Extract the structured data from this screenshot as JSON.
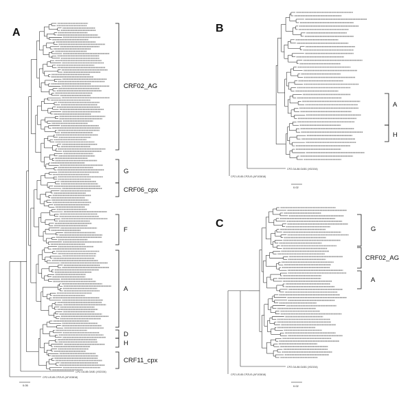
{
  "panels": [
    {
      "letter": "A",
      "clades": [
        {
          "label": "CRF02_AG"
        },
        {
          "label": "G"
        },
        {
          "label": "CRF06_cpx"
        },
        {
          "label": "F"
        },
        {
          "label": "A"
        },
        {
          "label": "D"
        },
        {
          "label": "H"
        },
        {
          "label": "CRF11_cpx"
        }
      ],
      "outgroup_labels": [
        "CPZ.US.85.CPZUS (AF103818)",
        "CPZ.GA.88.GAB1 (X52154)"
      ],
      "scale_label": "0.05"
    },
    {
      "letter": "B",
      "clades": [
        {
          "label": "A"
        },
        {
          "label": "H"
        }
      ],
      "outgroup_labels": [
        "CPZ.US.85.CPZUS (AF103818)",
        "CPZ.GA.88.GAB1 (X52154)"
      ],
      "scale_label": "0.02"
    },
    {
      "letter": "C",
      "clades": [
        {
          "label": "G"
        },
        {
          "label": "CRF02_AG"
        },
        {
          "label": "A"
        }
      ],
      "outgroup_labels": [
        "CPZ.US.85.CPZUS (AF103818)",
        "CPZ.GA.88.GAB1 (X52154)"
      ],
      "scale_label": "0.02"
    }
  ],
  "colors": {
    "ink": "#222222",
    "background": "#ffffff"
  }
}
